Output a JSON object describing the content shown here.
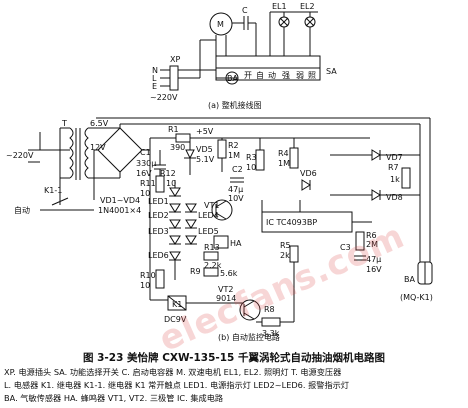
{
  "diagram": {
    "panel_a": {
      "caption": "(a) 整机接线图",
      "xp": "XP",
      "voltage": "~220V",
      "n": "N",
      "l": "L",
      "e": "E",
      "motor": "M",
      "c": "C",
      "el1": "EL1",
      "el2": "EL2",
      "sa": "SA",
      "switch_keys": [
        "开",
        "自",
        "动",
        "强",
        "弱",
        "照"
      ],
      "ba": "BA"
    },
    "panel_b": {
      "caption": "(b) 自动监控电路",
      "t": "T",
      "v65": "6.5V",
      "v12": "12V",
      "mains": "~220V",
      "k11": "K1-1",
      "auto": "自动",
      "vd14": "VD1~VD4",
      "diode_type": "1N4001×4",
      "plus5v": "+5V",
      "r1": "R1",
      "r1v": "390",
      "vd5": "VD5",
      "vd5v": "5.1V",
      "c1": "C1",
      "c1v": "330μ",
      "c1vv": "16V",
      "r2": "R2",
      "r2v": "1M",
      "r3": "R3",
      "r3v": "10",
      "r4": "R4",
      "r4v": "1M",
      "c2": "C2",
      "c2v": "47μ",
      "c2vv": "10V",
      "vd6": "VD6",
      "vd7": "VD7",
      "vd8": "VD8",
      "r5": "R5",
      "r5v": "2k",
      "r6": "R6",
      "r6v": "2M",
      "r7": "R7",
      "r7v": "1k",
      "r8": "R8",
      "r8v": "3.3k",
      "r9": "R9",
      "r9v": "5.6k",
      "r10": "R10",
      "r10v": "10",
      "r11": "R11",
      "r11v": "10",
      "r12": "R12",
      "r12v": "10",
      "r13": "R13",
      "r13v": "2.2k",
      "vt1": "VT1",
      "vt2": "VT2",
      "vt2type": "9014",
      "ic": "IC TC4093BP",
      "c3": "C3",
      "c3v": "47μ",
      "c3vv": "16V",
      "k1": "K1",
      "k1v": "DC9V",
      "ha": "HA",
      "led1": "LED1",
      "led2": "LED2",
      "led3": "LED3",
      "led4": "LED4",
      "led5": "LED5",
      "led6": "LED6",
      "ba": "BA",
      "mqk1": "(MQ-K1)"
    },
    "watermark": "elecfans.com"
  },
  "caption": {
    "title": "图 3-23   美怡牌 CXW-135-15 千翼涡轮式自动抽油烟机电路图",
    "legend_lines": [
      "XP. 电源插头   SA. 功能选择开关   C. 启动电容器   M. 双速电机   EL1, EL2. 照明灯   T. 电源变压器",
      "L. 电感器   K1. 继电器   K1-1. 继电器 K1 常开触点   LED1. 电源指示灯   LED2~LED6. 报警指示灯",
      "BA. 气敏传感器   HA. 蜂鸣器   VT1, VT2. 三极管   IC. 集成电路"
    ]
  }
}
